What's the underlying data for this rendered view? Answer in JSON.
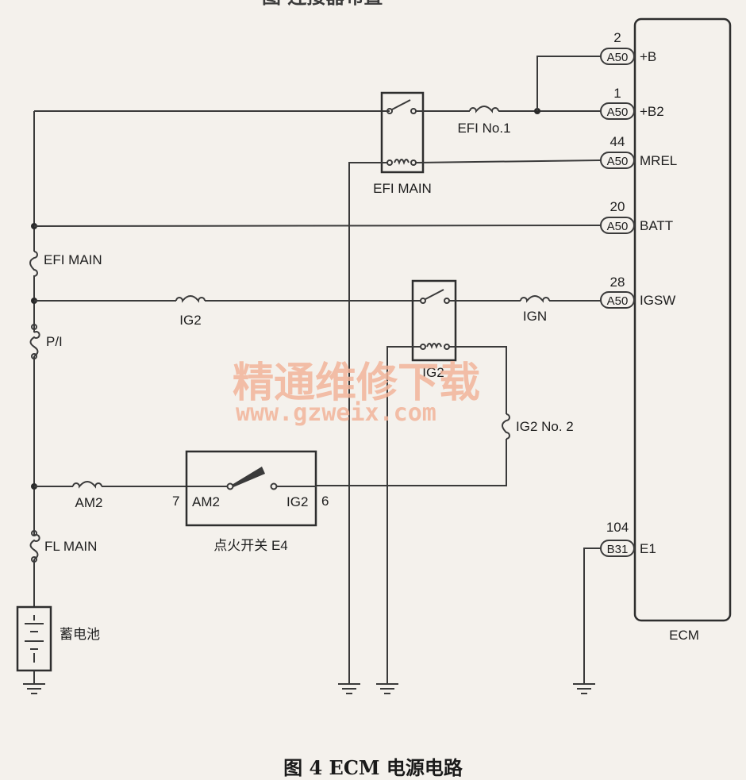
{
  "top_caption_fragment": "图   连接器布置",
  "caption": "图 4   ECM 电源电路",
  "watermark": {
    "line1": "精通维修下载",
    "line2": "www.gzweix.com"
  },
  "ecm": {
    "label": "ECM",
    "pins": [
      {
        "num": "2",
        "conn": "A50",
        "name": "+B"
      },
      {
        "num": "1",
        "conn": "A50",
        "name": "+B2"
      },
      {
        "num": "44",
        "conn": "A50",
        "name": "MREL"
      },
      {
        "num": "20",
        "conn": "A50",
        "name": "BATT"
      },
      {
        "num": "28",
        "conn": "A50",
        "name": "IGSW"
      },
      {
        "num": "104",
        "conn": "B31",
        "name": "E1"
      }
    ]
  },
  "labels": {
    "efi_no1": "EFI No.1",
    "efi_main_relay": "EFI MAIN",
    "efi_main_fuse": "EFI MAIN",
    "pi": "P/I",
    "ig2_fuse": "IG2",
    "ign_fuse": "IGN",
    "ig2_relay": "IG2",
    "ig2_no2": "IG2 No. 2",
    "am2_fuse": "AM2",
    "switch_am2": "AM2",
    "switch_ig2": "IG2",
    "switch_pin7": "7",
    "switch_pin6": "6",
    "ignition_switch": "点火开关 E4",
    "fl_main": "FL MAIN",
    "battery": "蓄电池"
  }
}
